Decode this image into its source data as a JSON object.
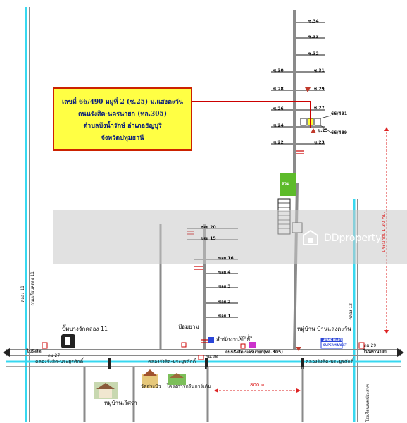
{
  "address": {
    "line1": "เลขที่  66/490 หมู่ที่ 2 (ซ.25) ม.แสงตะวัน",
    "line2": "ถนนรังสิต-นครนายก (ทล.305)",
    "line3": "ตำบลบึงน้ำรักษ์  อำเภอธัญบุรี",
    "line4": "จังหวัดปทุมธานี"
  },
  "sois_right": {
    "s34": "ซ.34",
    "s33": "ซ.33",
    "s32": "ซ.32",
    "s30": "ซ.30",
    "s31": "ซ.31",
    "s28": "ซ.28",
    "s29": "ซ.29",
    "s26": "ซ.26",
    "s27": "ซ.27",
    "s24": "ซ.24",
    "s25": "ซ.25",
    "s22": "ซ.22",
    "s23": "ซ.23"
  },
  "plots": {
    "p491": "66/491",
    "p489": "66/489"
  },
  "sois_left": {
    "s20": "ซอย 20",
    "s15": "ซอย 15",
    "s16": "ซอย 16",
    "s4": "ซอย 4",
    "s3": "ซอย 3",
    "s2": "ซอย 2",
    "s1": "ซอย 1"
  },
  "park": "สวน",
  "distance_vertical": "ประมาณ 1.30 กม.",
  "distance_horizontal": "800 ม.",
  "labels": {
    "police_box": "ป้อมยาม",
    "sales_office": "สำนักงานขาย",
    "seven": "เซเว่น",
    "village_sun": "หมู่บ้าน บ้านแสงตะวัน",
    "home_mart_line1": "HOME MART",
    "home_mart_line2": "SUPERMARKET",
    "gas_station": "ปั๊มบางจักคลอง 11",
    "canal_11": "คลอง 11",
    "canal_11_road": "ถนนเลียบคลอง 11",
    "canal_12": "คลอง 12",
    "to_rangsit": "ไปรังสิต",
    "to_nakhon_nayok": "ไปนครนายก",
    "main_road": "ถนนรังสิต-นครนายก(ทล.305)",
    "canal_left": "คลองรังสิต-ประยูรศักดิ์",
    "canal_mid": "คลองรังสิต-ประยูรศักดิ์",
    "canal_right": "คลองรังสิต-ประยูรศักดิ์",
    "km27": "กม.27",
    "km28": "กม.28",
    "km29": "กม.29",
    "village_wiset": "หมู่บ้านเวิศรา",
    "temple": "วัดสระบัว",
    "project_green": "โครงการกรีนการ์เด้น",
    "school": "โรงเรียนเทพประสาท"
  },
  "watermark": "DDproperty",
  "colors": {
    "canal": "#38d8f0",
    "road": "#8a8a8a",
    "address_bg": "#ffff44",
    "pointer": "#cc0000",
    "park": "#5dbb2a",
    "distance": "#dd2222"
  }
}
